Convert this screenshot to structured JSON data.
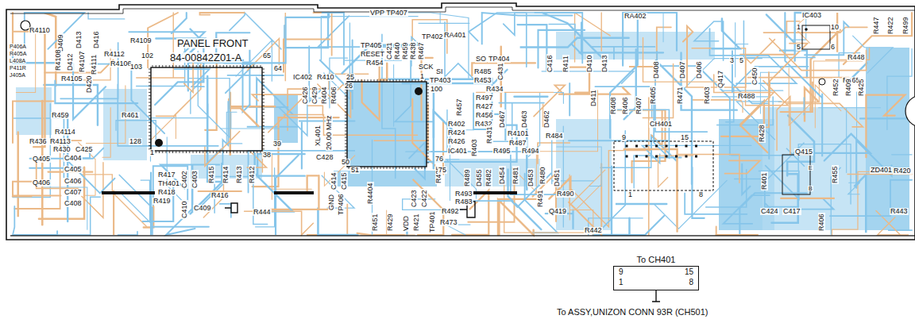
{
  "diagram": {
    "nodes": [
      {
        "text": [
          "To CH401",
          "9",
          "15",
          "1",
          "8"
        ]
      }
    ],
    "labels": [
      "PANEL FRONT",
      "84-00842Z01-A",
      "VPP TP407",
      "RA401",
      "RA402",
      "IC403",
      "R447",
      "R422",
      "R499",
      "R4110",
      "R4109",
      "D409",
      "D413",
      "D416",
      "R4112",
      "R4106",
      "R4108",
      "D412",
      "R4107",
      "R4111",
      "R4105",
      "D420",
      "P406A",
      "R405A",
      "L408A",
      "P411R",
      "J405A",
      "102",
      "103",
      "65",
      "64",
      "R459",
      "R461",
      "R4114",
      "R436",
      "R4113",
      "R430",
      "C425",
      "128",
      "1",
      "39",
      "38",
      "Q405",
      "C404",
      "C405",
      "C406",
      "Q406",
      "C407",
      "C408",
      "R417",
      "TH401",
      "R418",
      "R419",
      "C402",
      "C403",
      "C410",
      "C409",
      "R415",
      "R414",
      "R413",
      "R416",
      "R412",
      "R444",
      "IC402",
      "R410",
      "C426",
      "C429",
      "R404",
      "R406",
      "XL401",
      "20.00 MHz",
      "C428",
      "25",
      "26",
      "50",
      "51",
      "C414",
      "C415",
      "GND",
      "TP406",
      "R4404",
      "R451",
      "R429",
      "VDD",
      "R421",
      "C423",
      "C422",
      "TP401",
      "R425",
      "R492",
      "R473",
      "75",
      "76",
      "IC401",
      "100",
      "1",
      "SCK",
      "SI",
      "TP403",
      "SO",
      "TP404",
      "C431",
      "TP405",
      "RESET",
      "R454",
      "C421",
      "R440",
      "R459",
      "R438",
      "R467",
      "TP402",
      "R485",
      "R453",
      "R434",
      "R457",
      "R497",
      "R427",
      "R456",
      "R402",
      "R424",
      "R426",
      "R432",
      "R403",
      "R431",
      "D467",
      "D463",
      "D462",
      "R4101",
      "R487",
      "R495",
      "R494",
      "R484",
      "D455",
      "R482",
      "D454",
      "R481",
      "D453",
      "R480",
      "D451",
      "R489",
      "R493",
      "R483",
      "R491",
      "R490",
      "Q419",
      "C416",
      "R411",
      "D410",
      "D413",
      "D411",
      "R408",
      "R406",
      "R407",
      "R405",
      "D408",
      "D407",
      "R471",
      "D406",
      "R403",
      "Q417",
      "3",
      "5",
      "R488",
      "C450",
      "1",
      "5",
      "10",
      "6",
      "R448",
      "R465",
      "R452",
      "R409",
      "R425",
      "CH401",
      "9",
      "15",
      "1",
      "8",
      "R428",
      "R401",
      "Q415",
      "E",
      "B",
      "R455",
      "ZD401",
      "R420",
      "C424",
      "C417",
      "R406",
      "R443",
      "R442",
      "To ASSY,UNIZON CONN 93R (CH501)"
    ]
  }
}
